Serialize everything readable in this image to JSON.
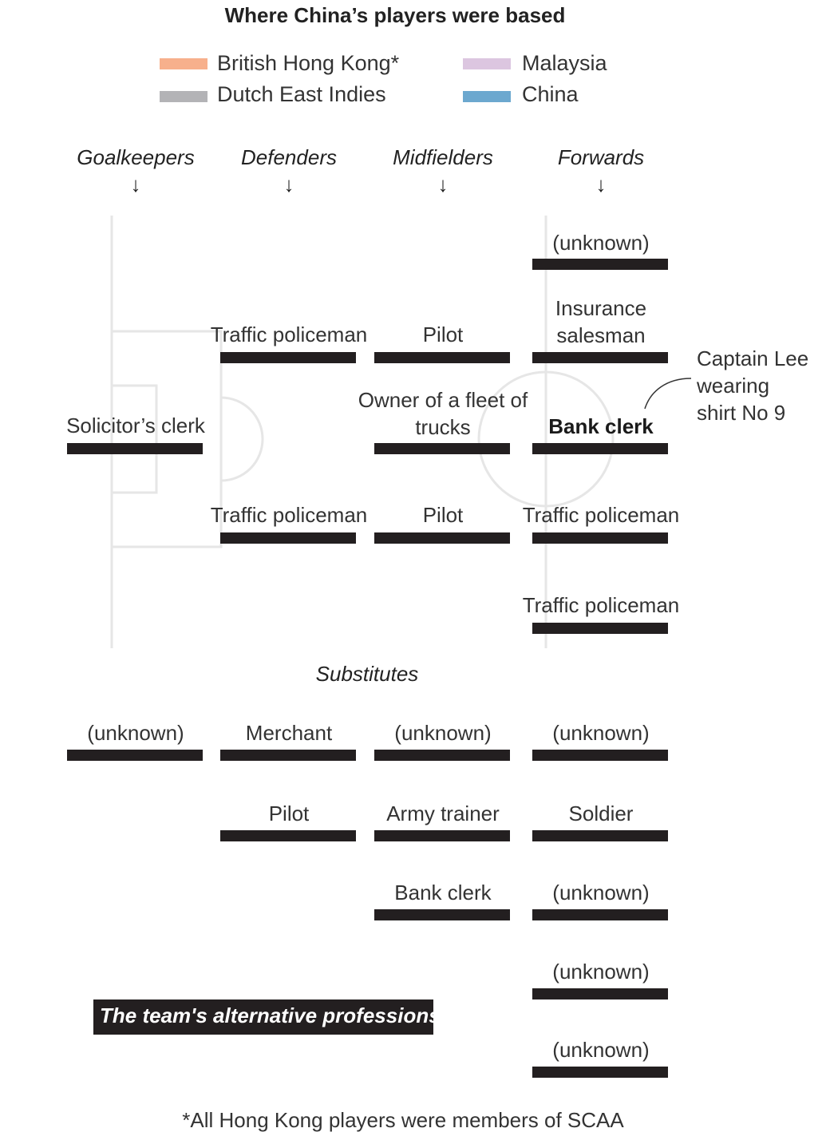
{
  "title": "Where China’s players were based",
  "legend": [
    {
      "label": "British Hong Kong*",
      "color": "#f7b08c"
    },
    {
      "label": "Dutch East Indies",
      "color": "#b3b3b6"
    },
    {
      "label": "Malaysia",
      "color": "#dcc6e0"
    },
    {
      "label": "China",
      "color": "#6ca8cf"
    }
  ],
  "positions": [
    "Goalkeepers",
    "Defenders",
    "Midfielders",
    "Forwards"
  ],
  "arrow": "↓",
  "starters": {
    "gk": [
      "Solicitor’s clerk"
    ],
    "def": [
      "Traffic policeman",
      "Traffic policeman"
    ],
    "mid": [
      "Pilot",
      "Owner of a fleet of trucks",
      "Pilot"
    ],
    "fwd": [
      "(unknown)",
      "Insurance salesman",
      "Bank clerk",
      "Traffic policeman",
      "Traffic policeman"
    ]
  },
  "captain_note": [
    "Captain Lee",
    "wearing",
    "shirt No 9"
  ],
  "substitutes_title": "Substitutes",
  "substitutes": {
    "gk": [
      "(unknown)"
    ],
    "def": [
      "Merchant",
      "Pilot"
    ],
    "mid": [
      "(unknown)",
      "Army trainer",
      "Bank clerk"
    ],
    "fwd": [
      "(unknown)",
      "Soldier",
      "(unknown)",
      "(unknown)",
      "(unknown)"
    ]
  },
  "tag": "The team's alternative professions",
  "footnote": "*All Hong Kong players were members of SCAA",
  "colors": {
    "bar": "#231f20",
    "pitch_line": "#e6e6e6"
  }
}
